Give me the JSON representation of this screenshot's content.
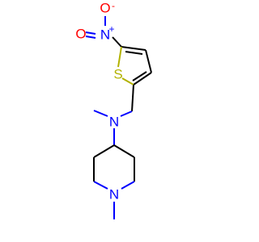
{
  "atoms": {
    "nitro_n": {
      "symbol": "N",
      "charge": "+",
      "color": "#0000ff"
    },
    "nitro_o_single": {
      "symbol": "O",
      "charge": "-",
      "color": "#ff0000"
    },
    "nitro_o_double": {
      "symbol": "O",
      "color": "#ff0000"
    },
    "thiophene_s": {
      "symbol": "S",
      "color": "#b2b200"
    },
    "amine_n": {
      "symbol": "N",
      "color": "#0000ff"
    },
    "piperidine_n": {
      "symbol": "N",
      "color": "#0000ff"
    }
  }
}
